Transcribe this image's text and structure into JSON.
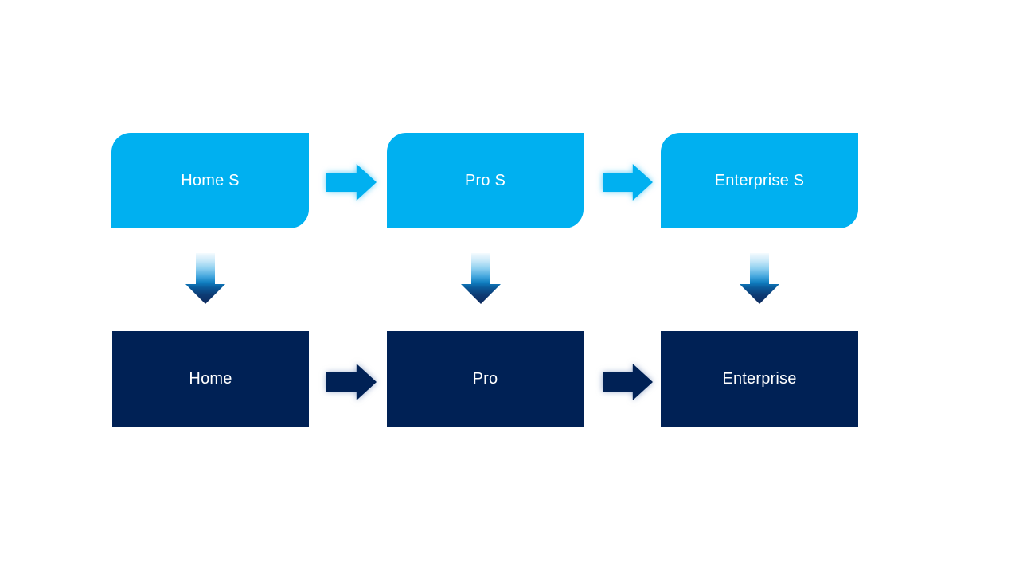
{
  "palette": {
    "slide_bg": "#ffffff",
    "cyan": "#00b0f0",
    "navy": "#002155",
    "label_color": "#ffffff",
    "cyan_glow": "rgba(0,176,240,0.6)",
    "navy_glow": "rgba(95,125,175,0.65)"
  },
  "diagram": {
    "type": "flow",
    "top_row": {
      "nodes": [
        {
          "label": "Home S"
        },
        {
          "label": "Pro S"
        },
        {
          "label": "Enterprise S"
        }
      ]
    },
    "bottom_row": {
      "nodes": [
        {
          "label": "Home"
        },
        {
          "label": "Pro"
        },
        {
          "label": "Enterprise"
        }
      ]
    }
  }
}
